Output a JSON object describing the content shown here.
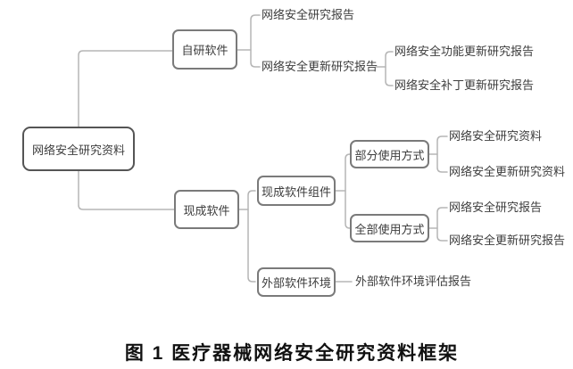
{
  "caption": "图 1 医疗器械网络安全研究资料框架",
  "colors": {
    "line": "#b5b5b5",
    "box_border": "#7a7a7a",
    "root_border": "#555555",
    "text": "#3d3d3d",
    "caption": "#111111"
  },
  "tree": {
    "label": "网络安全研究资料",
    "children": [
      {
        "label": "自研软件",
        "children": [
          {
            "label": "网络安全研究报告"
          },
          {
            "label": "网络安全更新研究报告",
            "children": [
              {
                "label": "网络安全功能更新研究报告"
              },
              {
                "label": "网络安全补丁更新研究报告"
              }
            ]
          }
        ]
      },
      {
        "label": "现成软件",
        "children": [
          {
            "label": "现成软件组件",
            "children": [
              {
                "label": "部分使用方式",
                "children": [
                  {
                    "label": "网络安全研究资料"
                  },
                  {
                    "label": "网络安全更新研究资料"
                  }
                ]
              },
              {
                "label": "全部使用方式",
                "children": [
                  {
                    "label": "网络安全研究报告"
                  },
                  {
                    "label": "网络安全更新研究报告"
                  }
                ]
              }
            ]
          },
          {
            "label": "外部软件环境",
            "children": [
              {
                "label": "外部软件环境评估报告"
              }
            ]
          }
        ]
      }
    ]
  }
}
